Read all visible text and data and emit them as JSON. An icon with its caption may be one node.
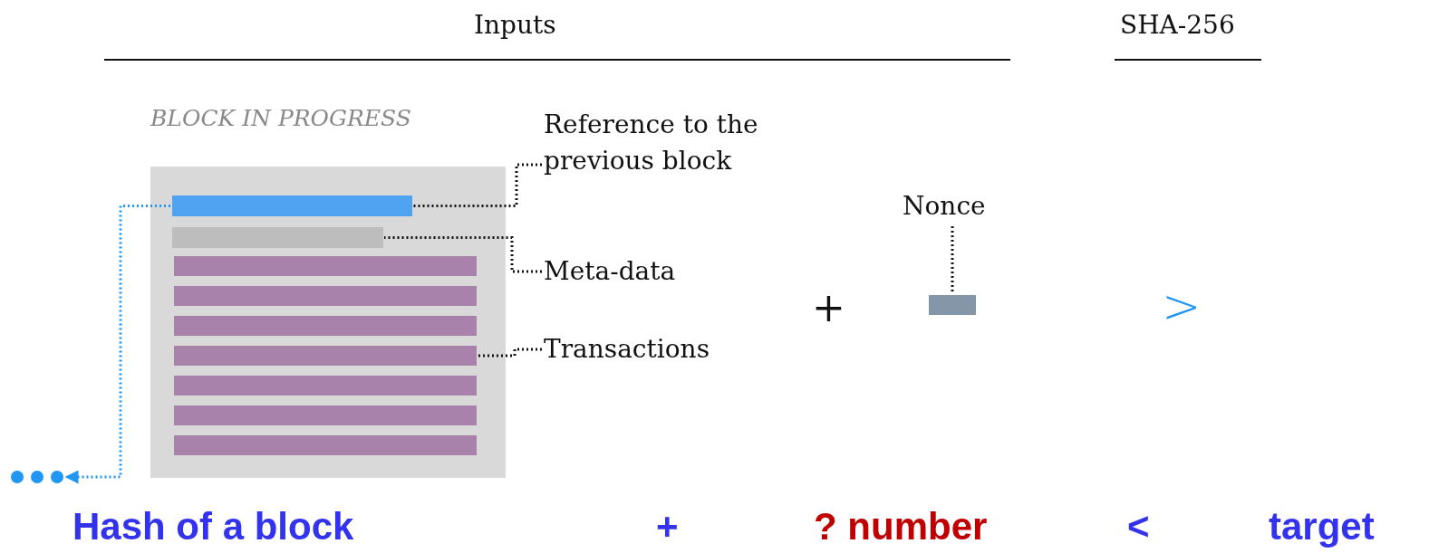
{
  "diagram": {
    "nodes": [
      {
        "text": [
          "BLOCK IN PROGRESS"
        ]
      },
      {
        "text": [],
        "shape": "bar",
        "in": 0
      },
      {
        "text": [],
        "shape": "bar",
        "in": 0
      },
      {
        "text": [],
        "shape": "bar",
        "in": 0
      },
      {
        "text": [],
        "shape": "bar",
        "in": 0
      },
      {
        "text": [],
        "shape": "bar",
        "in": 0
      },
      {
        "text": [],
        "shape": "bar",
        "in": 0
      },
      {
        "text": [],
        "shape": "bar",
        "in": 0
      },
      {
        "text": [],
        "shape": "bar",
        "in": 0
      },
      {
        "text": [],
        "shape": "bar",
        "in": 0
      },
      {
        "text": [
          "Reference to the previous block"
        ]
      },
      {
        "text": [
          "Meta-data"
        ]
      },
      {
        "text": [
          "Transactions"
        ]
      },
      {
        "text": [
          "Nonce"
        ]
      },
      {
        "text": [],
        "shape": "bar"
      },
      {
        "text": [],
        "shape": "dots"
      }
    ],
    "edges": [
      {
        "from": 10,
        "to": 1,
        "arrow": "none"
      },
      {
        "from": 11,
        "to": 2,
        "arrow": "none"
      },
      {
        "from": 12,
        "to": 6,
        "arrow": "none"
      },
      {
        "from": 13,
        "to": 14,
        "arrow": "none"
      },
      {
        "from": 1,
        "to": 15,
        "arrow": "to",
        "color": "#2196f3"
      }
    ],
    "labels": [
      "Inputs",
      "SHA-256",
      "+",
      ">",
      "Hash of a block",
      "+",
      "? number",
      "<",
      "target"
    ]
  }
}
